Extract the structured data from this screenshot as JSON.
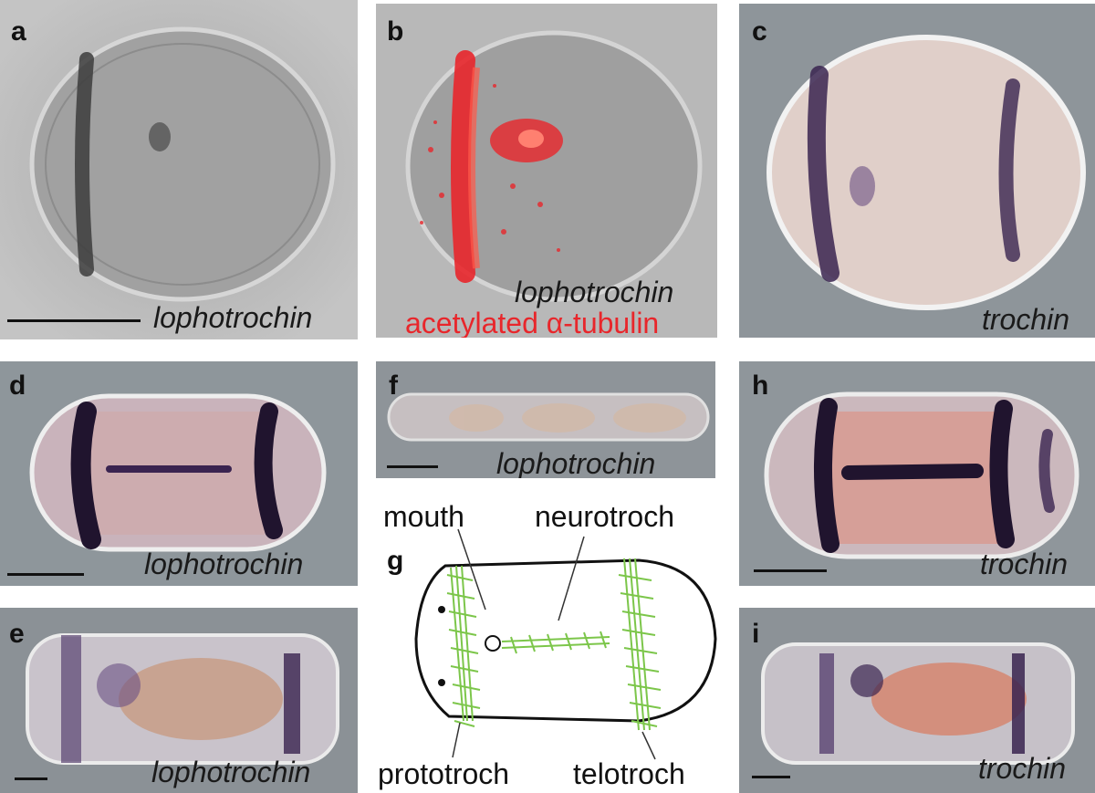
{
  "panels": {
    "a": {
      "label": "a",
      "gene": "lophotrochin"
    },
    "b": {
      "label": "b",
      "gene": "lophotrochin",
      "stain": "acetylated α-tubulin"
    },
    "c": {
      "label": "c",
      "gene": "trochin"
    },
    "d": {
      "label": "d",
      "gene": "lophotrochin"
    },
    "e": {
      "label": "e",
      "gene": "lophotrochin"
    },
    "f": {
      "label": "f",
      "gene": "lophotrochin"
    },
    "g": {
      "label": "g",
      "mouth": "mouth",
      "neurotroch": "neurotroch",
      "prototroch": "prototroch",
      "telotroch": "telotroch"
    },
    "h": {
      "label": "h",
      "gene": "trochin"
    },
    "i": {
      "label": "i",
      "gene": "trochin"
    }
  },
  "colors": {
    "stain_purple": "#3a2450",
    "tubulin_red": "#e8262b",
    "cilia_green": "#7cc64a",
    "dic_gray": "#9a9a9a"
  }
}
